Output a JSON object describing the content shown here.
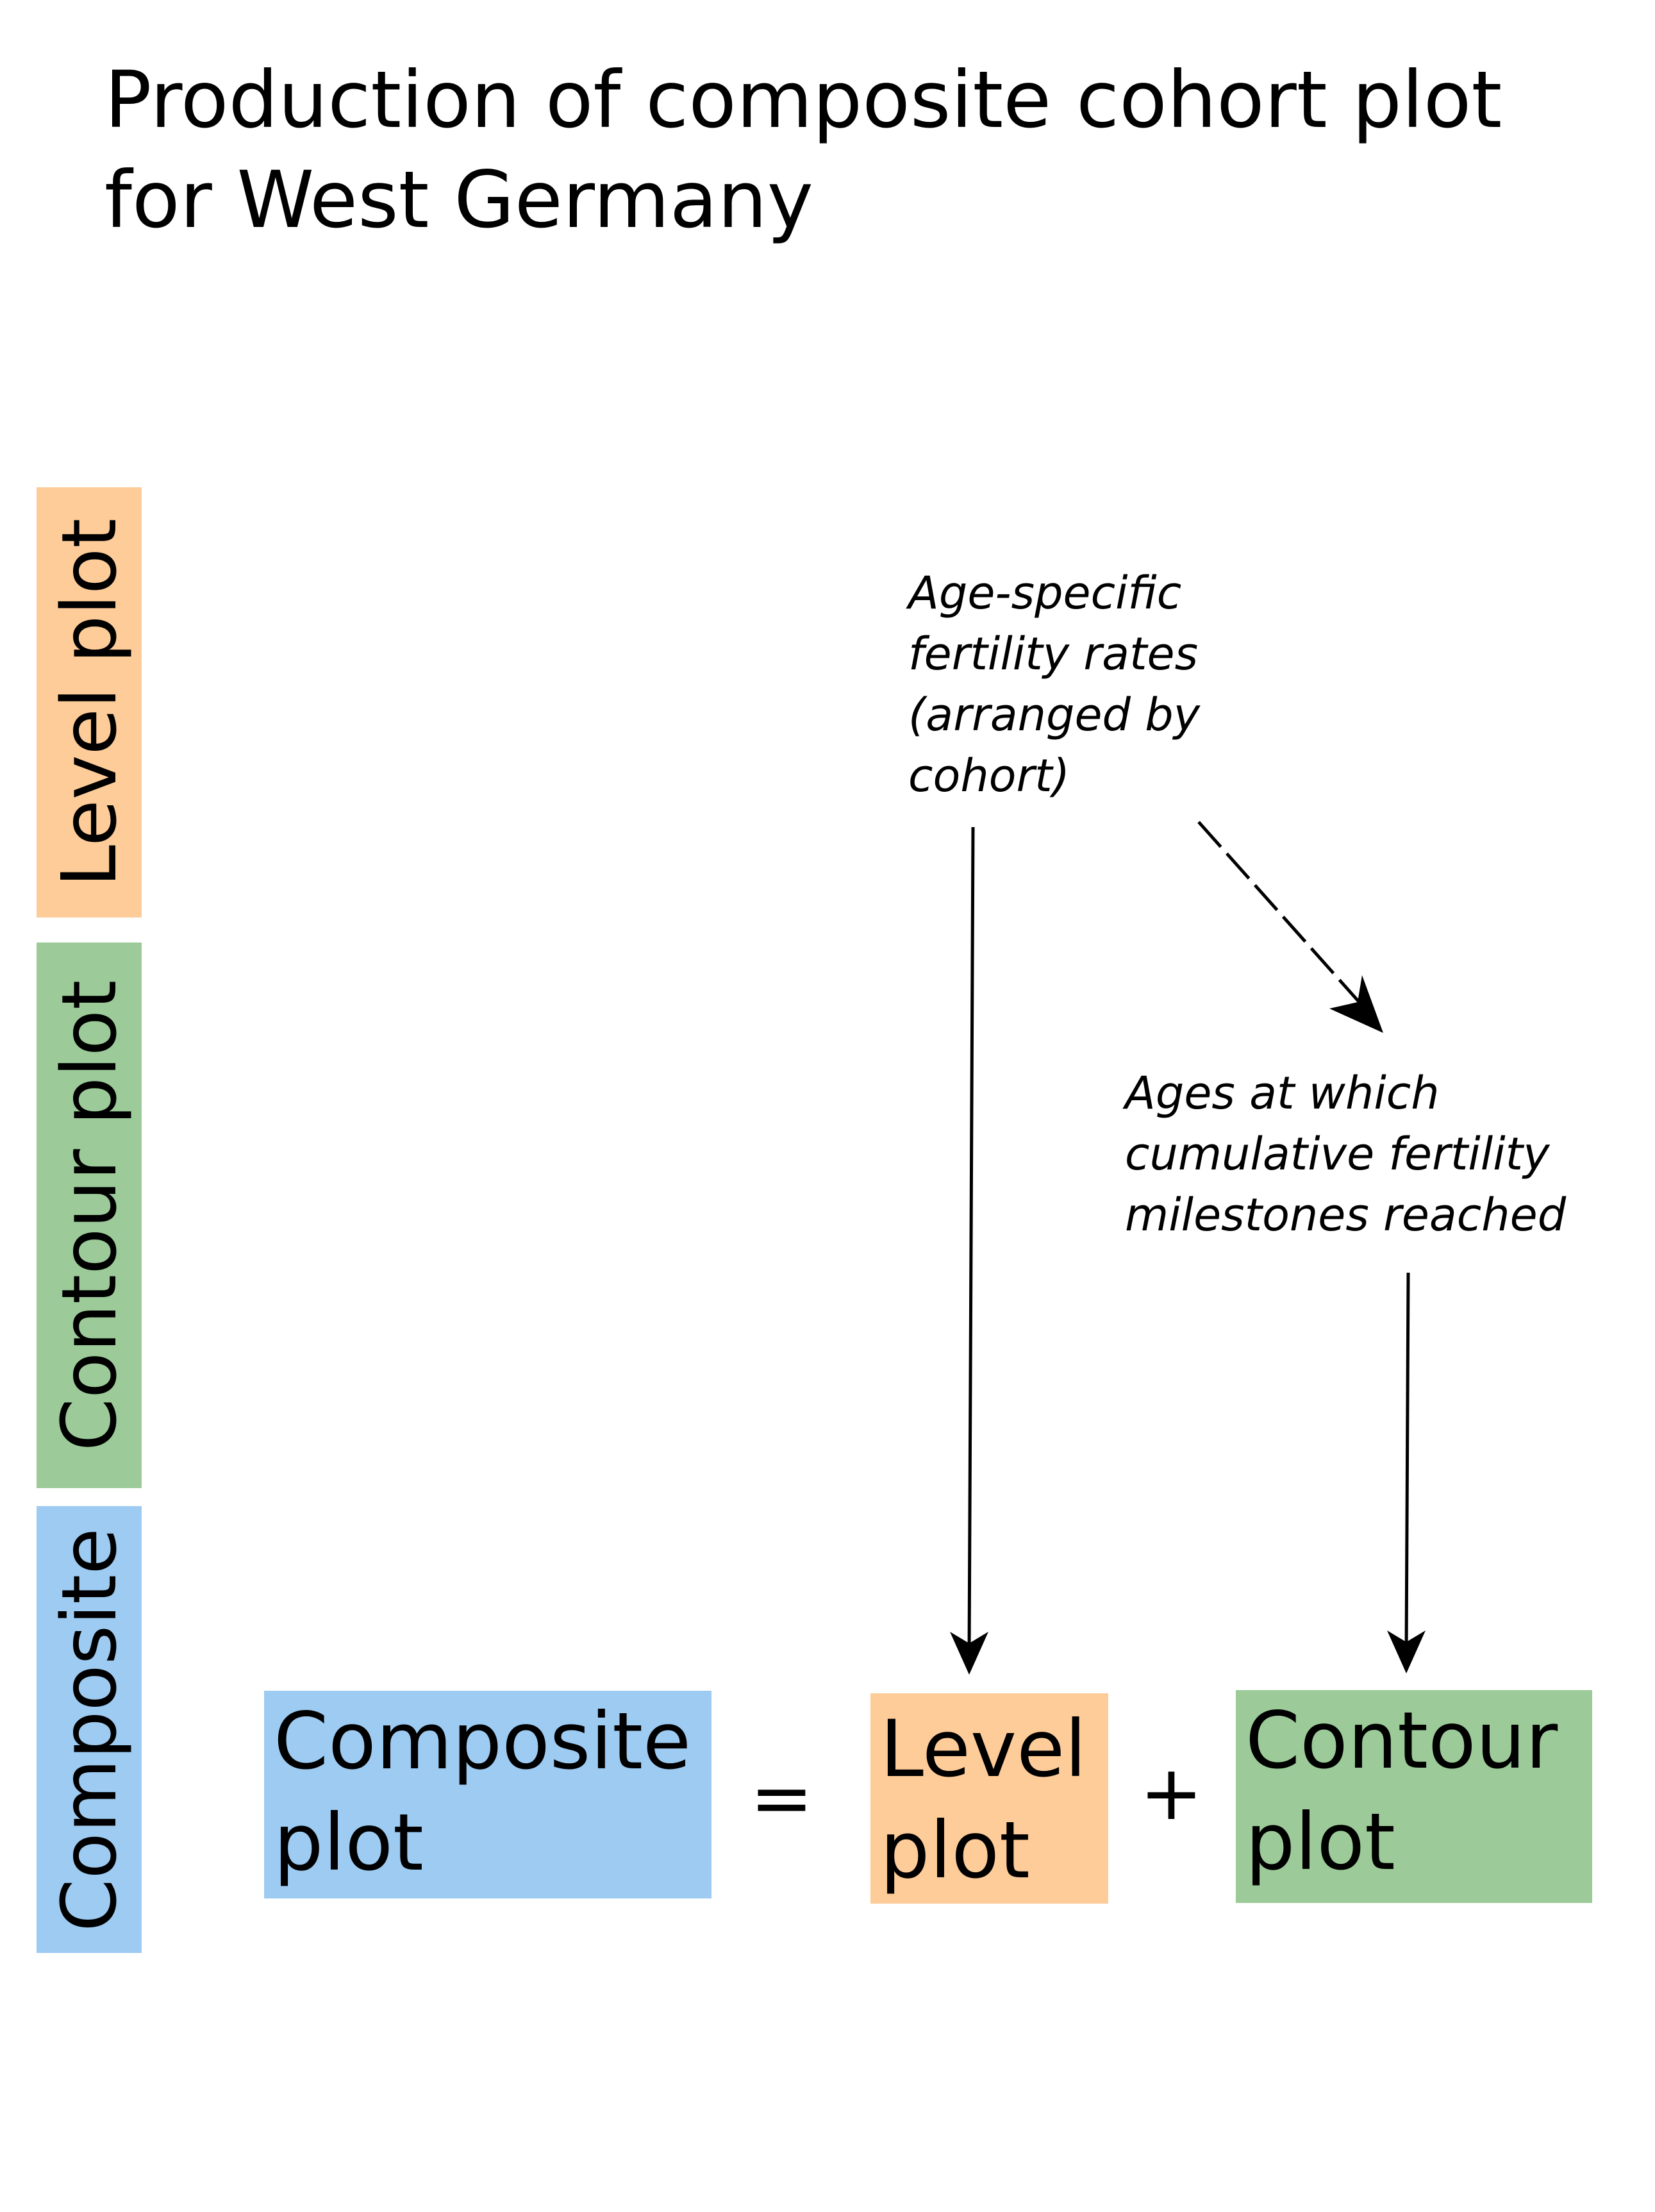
{
  "title": {
    "line1": "Production of composite cohort plot",
    "line2": "for West Germany"
  },
  "side_labels": {
    "level": "Level plot",
    "contour": "Contour plot",
    "composite": "Composite"
  },
  "notes": {
    "asfr": [
      "Age-specific",
      "fertility rates",
      "(arranged by",
      "cohort)"
    ],
    "ages": [
      "Ages at which",
      "cumulative fertility",
      "milestones reached"
    ]
  },
  "equation": {
    "composite": [
      "Composite",
      "plot"
    ],
    "equals": "=",
    "level": [
      "Level",
      "plot"
    ],
    "plus": "+",
    "contour": [
      "Contour",
      "plot"
    ]
  },
  "colors": {
    "level": "#fdcc99",
    "contour": "#9ccb99",
    "composite": "#9ecbf2",
    "arrow": "#000000"
  }
}
